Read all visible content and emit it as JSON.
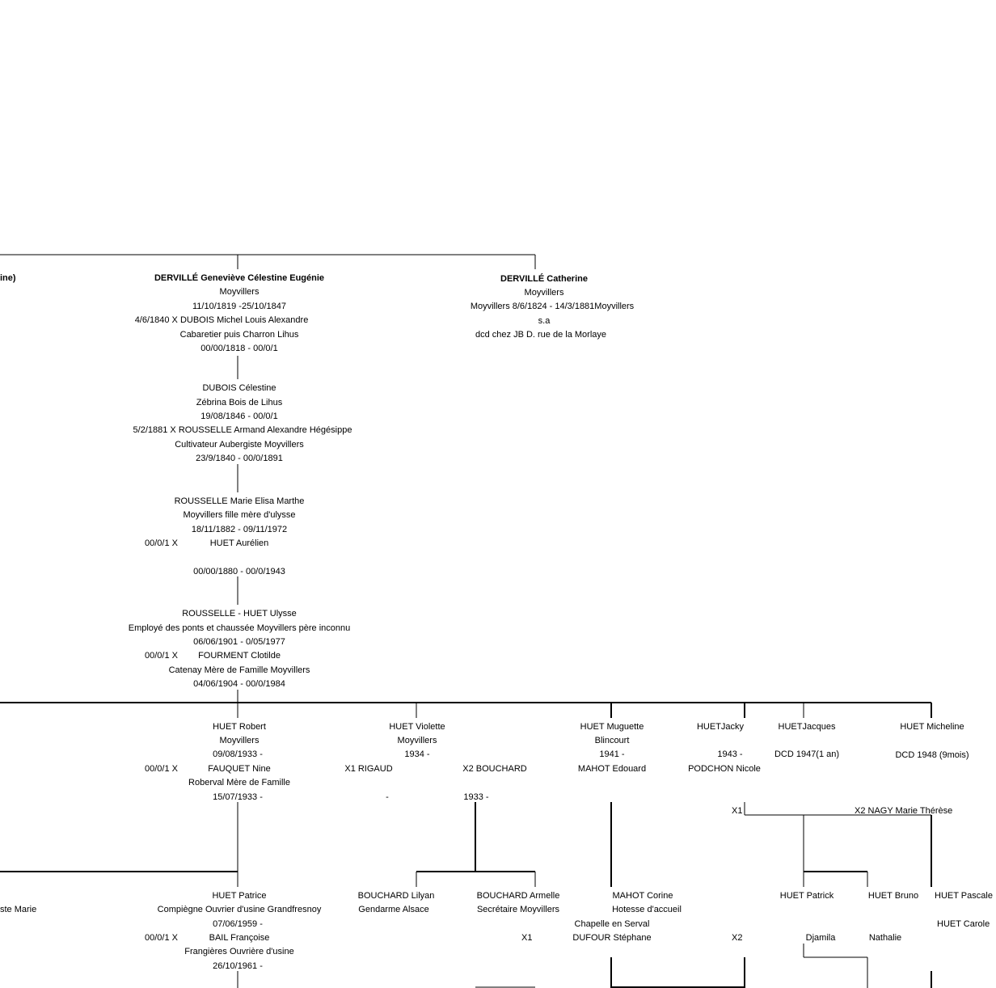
{
  "p1": {
    "name": "ine)"
  },
  "p2": {
    "name": "DERVILLÉ Geneviève Célestine Eugénie",
    "place": "Moyvillers",
    "dates": "11/10/1819 -25/10/1847",
    "marriage": "4/6/1840 X DUBOIS  Michel Louis Alexandre",
    "spouse_job": "Cabaretier puis Charron Lihus",
    "spouse_dates": "00/00/1818 - 00/0/1"
  },
  "p3": {
    "name": "DERVILLÉ Catherine",
    "place": "Moyvillers",
    "dates": "Moyvillers 8/6/1824 - 14/3/1881Moyvillers",
    "note1": "s.a",
    "note2": "dcd chez JB D. rue de la Morlaye"
  },
  "p4": {
    "name": "DUBOIS Célestine",
    "place": "Zébrina Bois de Lihus",
    "dates": "19/08/1846 - 00/0/1",
    "marriage": "5/2/1881 X ROUSSELLE Armand Alexandre Hégésippe",
    "spouse_job": "Cultivateur Aubergiste Moyvillers",
    "spouse_dates": "23/9/1840 - 00/0/1891"
  },
  "p5": {
    "name": "ROUSSELLE Marie Elisa Marthe",
    "place": "Moyvillers fille mère d'ulysse",
    "dates": "18/11/1882 - 09/11/1972",
    "marriage_date": "00/0/1 X",
    "spouse": "HUET Aurélien",
    "spouse_dates": "00/00/1880 - 00/0/1943"
  },
  "p6": {
    "name": "ROUSSELLE - HUET Ulysse",
    "job": "Employé des ponts et chaussée  Moyvillers père inconnu",
    "dates": "06/06/1901 - 0/05/1977",
    "marriage_date": "00/0/1 X",
    "spouse": "FOURMENT Clotilde",
    "spouse_job": "Catenay Mère de Famille Moyvillers",
    "spouse_dates": "04/06/1904 - 00/0/1984"
  },
  "children": {
    "robert": {
      "name": "HUET Robert",
      "place": "Moyvillers",
      "dates": "09/08/1933 -",
      "marriage_date": "00/0/1 X",
      "spouse": "FAUQUET Nine",
      "spouse_job": "Roberval Mère de Famille",
      "spouse_dates": "15/07/1933 -"
    },
    "violette": {
      "name": "HUET Violette",
      "place": "Moyvillers",
      "dates": "1934 -",
      "m1": "X1 RIGAUD",
      "m1_dates": "-",
      "m2": "X2 BOUCHARD",
      "m2_dates": "1933 -"
    },
    "muguette": {
      "name": "HUET Muguette",
      "place": "Blincourt",
      "dates": "1941 -",
      "spouse": "MAHOT Edouard"
    },
    "jacky": {
      "name": "HUETJacky",
      "dates": "1943 -",
      "spouse": "PODCHON Nicole",
      "m1": "X1",
      "m2": "X2 NAGY Marie Thérèse"
    },
    "jacques": {
      "name": "HUETJacques",
      "note": "DCD 1947(1 an)"
    },
    "micheline": {
      "name": "HUET Micheline",
      "note": "DCD 1948 (9mois)"
    }
  },
  "grandchildren": {
    "left_cut": "ste Marie",
    "patrice": {
      "name": "HUET Patrice",
      "job": "Compiègne Ouvrier d'usine Grandfresnoy",
      "dates": "07/06/1959 -",
      "marriage_date": "00/0/1 X",
      "spouse": "BAIL Françoise",
      "spouse_job": "Frangières Ouvrière d'usine",
      "spouse_dates": "26/10/1961 -"
    },
    "lilyan": {
      "name": "BOUCHARD Lilyan",
      "job": "Gendarme Alsace"
    },
    "armelle": {
      "name": "BOUCHARD Armelle",
      "job": "Secrétaire Moyvillers",
      "marriage": "X1"
    },
    "corine": {
      "name": "MAHOT Corine",
      "job": "Hotesse d'accueil",
      "place": "Chapelle en Serval",
      "spouse": "DUFOUR Stéphane",
      "marriage": "X2"
    },
    "patrick": {
      "name": "HUET Patrick",
      "spouse": "Djamila"
    },
    "bruno": {
      "name": "HUET Bruno",
      "spouse": "Nathalie"
    },
    "pascale": {
      "name": "HUET Pascale"
    },
    "carole": {
      "name": "HUET Carole"
    }
  }
}
